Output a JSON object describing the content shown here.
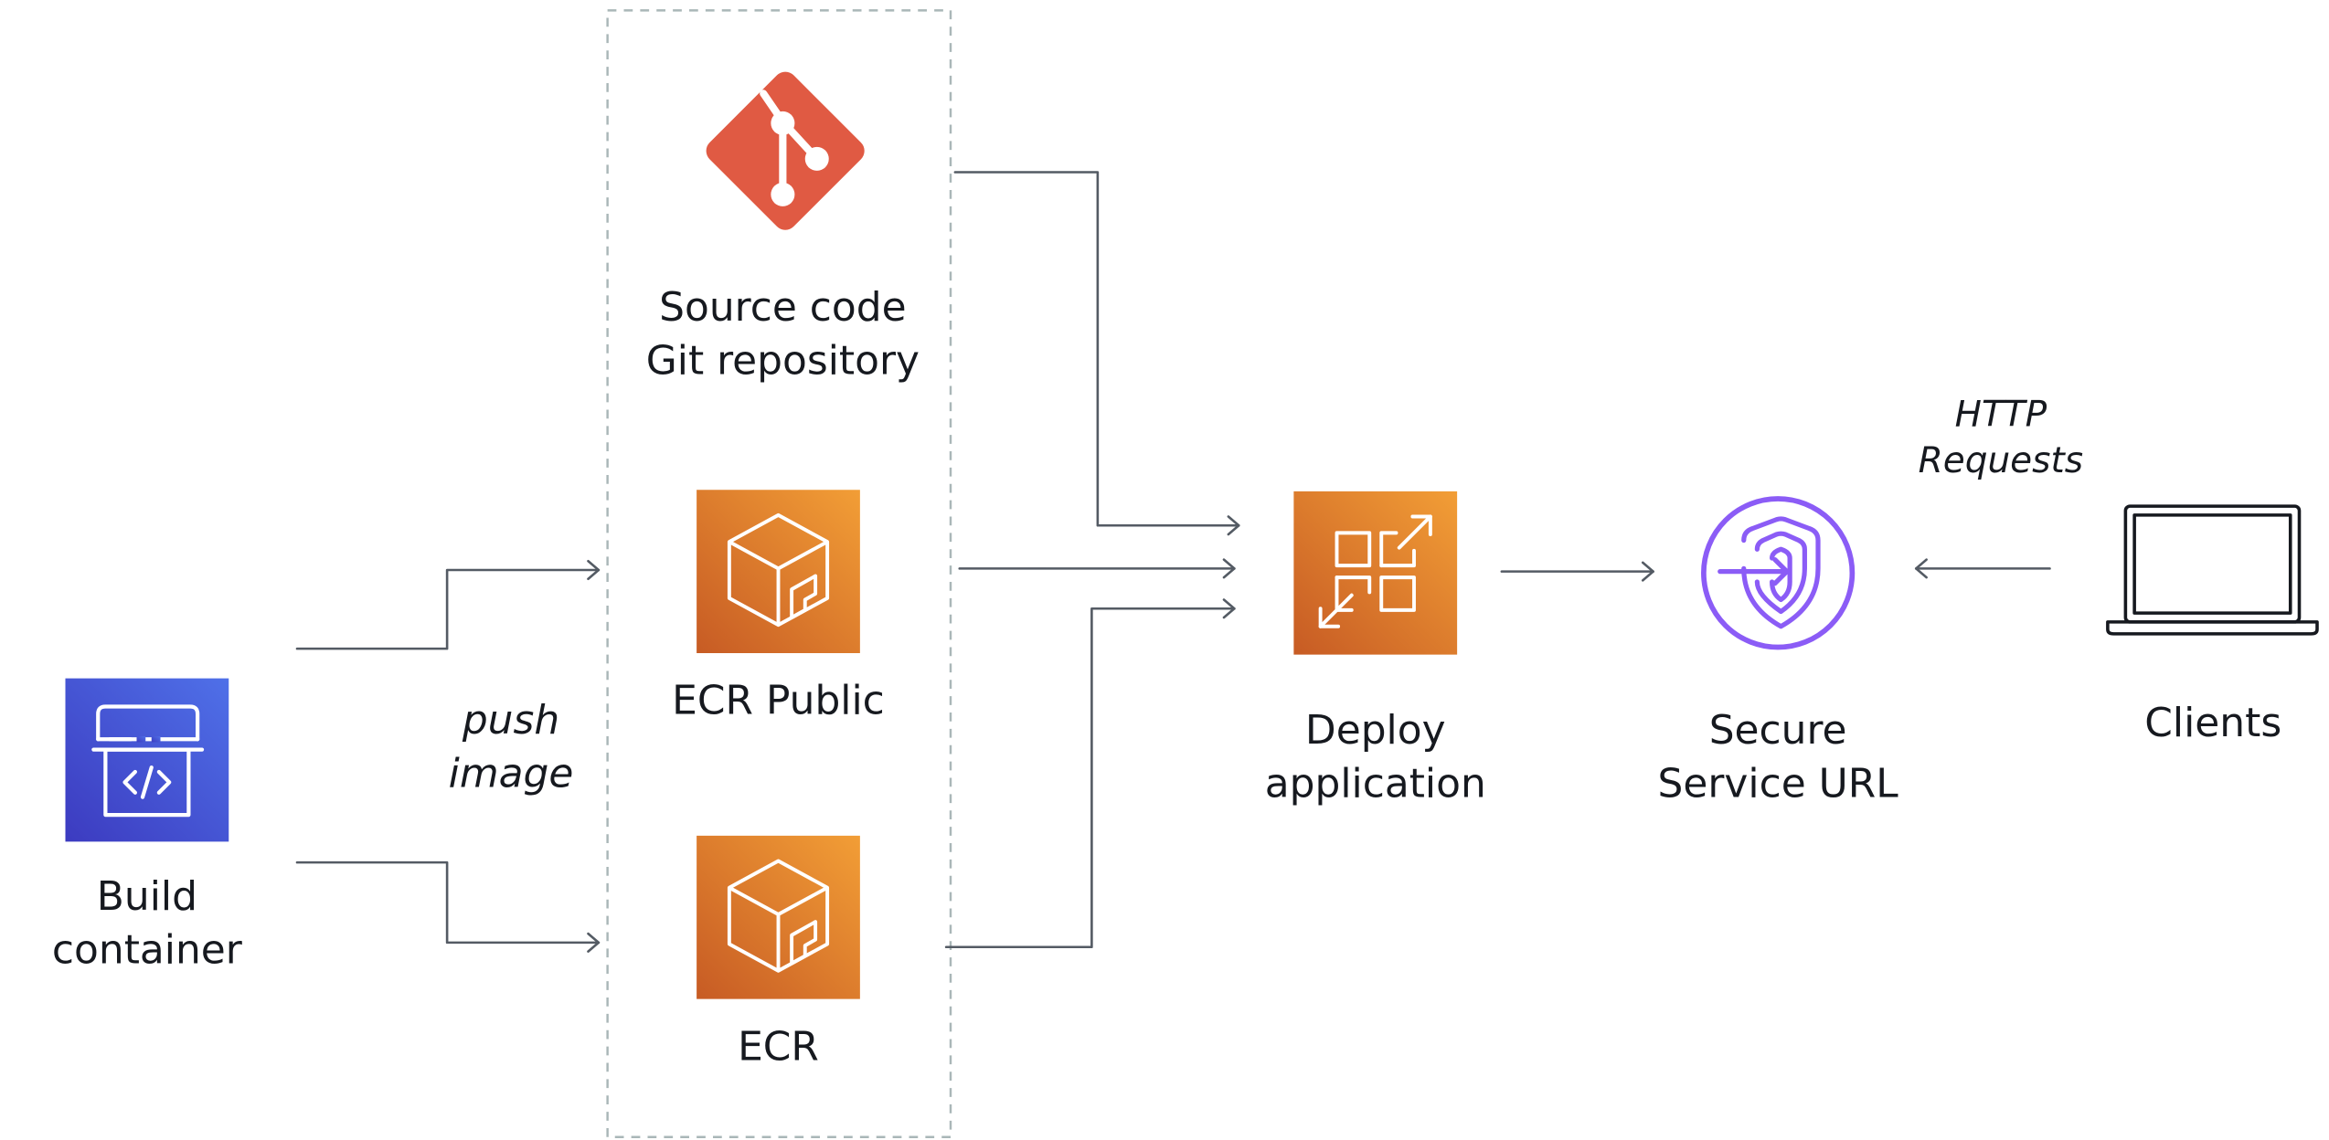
{
  "nodes": {
    "build": {
      "line1": "Build",
      "line2": "container",
      "icon": "container-build-icon"
    },
    "source": {
      "line1": "Source code",
      "line2": "Git repository",
      "icon": "git-icon"
    },
    "ecr_public": {
      "line1": "ECR Public",
      "icon": "ecr-public-icon"
    },
    "ecr": {
      "line1": "ECR",
      "icon": "ecr-icon"
    },
    "deploy": {
      "line1": "Deploy",
      "line2": "application",
      "icon": "app-runner-icon"
    },
    "secure": {
      "line1": "Secure",
      "line2": "Service URL",
      "icon": "shield-icon"
    },
    "clients": {
      "line1": "Clients",
      "icon": "laptop-icon"
    }
  },
  "edge_labels": {
    "push": {
      "line1": "push",
      "line2": "image"
    },
    "http": {
      "line1": "HTTP",
      "line2": "Requests"
    }
  },
  "colors": {
    "orange_light": "#F29E36",
    "orange_dark": "#C75B24",
    "blue_light": "#4F70E8",
    "blue_dark": "#3C3BC0",
    "git_red": "#E05A43",
    "purple": "#8B5CF6",
    "arrow": "#545b64"
  }
}
